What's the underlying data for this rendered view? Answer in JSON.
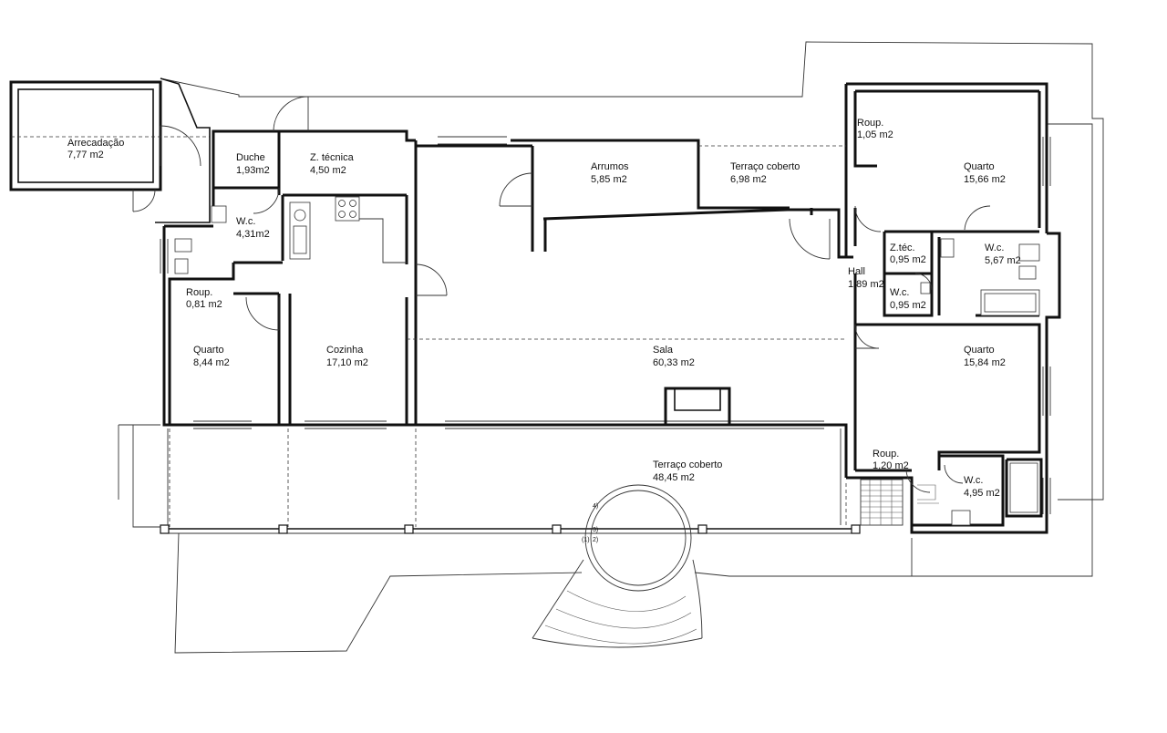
{
  "rooms": {
    "arrecadacao": {
      "name": "Arrecadação",
      "area": "7,77 m2"
    },
    "duche": {
      "name": "Duche",
      "area": "1,93m2"
    },
    "z_tecnica": {
      "name": "Z. técnica",
      "area": "4,50 m2"
    },
    "arrumos": {
      "name": "Arrumos",
      "area": "5,85 m2"
    },
    "terraco_norte": {
      "name": "Terraço coberto",
      "area": "6,98 m2"
    },
    "roup_ne": {
      "name": "Roup.",
      "area": "1,05 m2"
    },
    "quarto_ne": {
      "name": "Quarto",
      "area": "15,66 m2"
    },
    "wc_oeste": {
      "name": "W.c.",
      "area": "4,31m2"
    },
    "roup_oeste": {
      "name": "Roup.",
      "area": "0,81 m2"
    },
    "quarto_oeste": {
      "name": "Quarto",
      "area": "8,44 m2"
    },
    "cozinha": {
      "name": "Cozinha",
      "area": "17,10 m2"
    },
    "sala": {
      "name": "Sala",
      "area": "60,33 m2"
    },
    "hall": {
      "name": "Hall",
      "area": "1,89 m2"
    },
    "z_tec": {
      "name": "Z.téc.",
      "area": "0,95 m2"
    },
    "wc_pequeno": {
      "name": "W.c.",
      "area": "0,95 m2"
    },
    "wc_este": {
      "name": "W.c.",
      "area": "5,67 m2"
    },
    "quarto_se": {
      "name": "Quarto",
      "area": "15,84 m2"
    },
    "roup_se": {
      "name": "Roup.",
      "area": "1,20 m2"
    },
    "wc_se": {
      "name": "W.c.",
      "area": "4,95 m2"
    },
    "terraco_sul": {
      "name": "Terraço coberto",
      "area": "48,45 m2"
    }
  },
  "markers": {
    "m1": "(1)",
    "m2": "2)",
    "m3": "3)",
    "m4": "4)"
  }
}
